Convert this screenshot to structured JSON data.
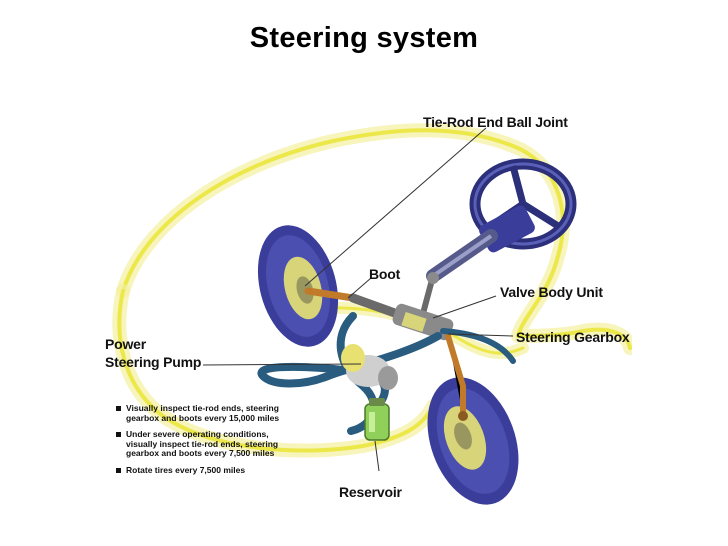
{
  "title": "Steering system",
  "labels": {
    "tie_rod": "Tie-Rod End Ball Joint",
    "boot": "Boot",
    "valve_body": "Valve Body Unit",
    "steering_gearbox": "Steering Gearbox",
    "pump_line1": "Power",
    "pump_line2": "Steering Pump",
    "reservoir": "Reservoir"
  },
  "notes": [
    "Visually inspect tie-rod ends, steering gearbox and boots every 15,000 miles",
    "Under severe operating conditions, visually inspect tie-rod ends, steering gearbox and boots every 7,500 miles",
    "Rotate tires every 7,500 miles"
  ],
  "colors": {
    "car_outline": "#ece84a",
    "tire": "#3a3d9a",
    "rim": "#d8d47a",
    "hose": "#2a5c80",
    "reservoir": "#8fcf5a",
    "pump": "#e8e070"
  }
}
